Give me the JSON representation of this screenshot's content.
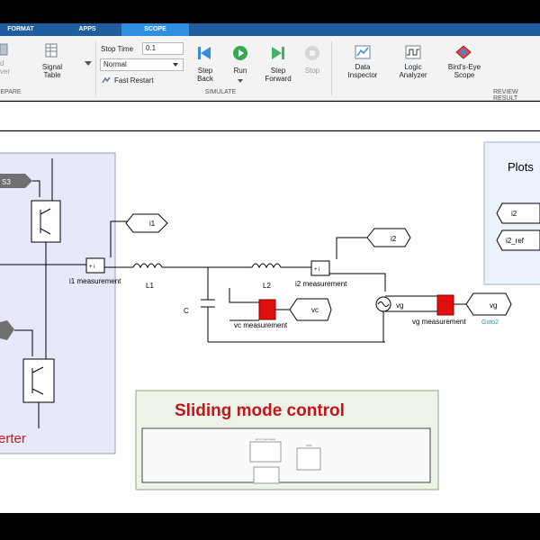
{
  "tabs": [
    "FORMAT",
    "APPS",
    "SCOPE"
  ],
  "ribbon": {
    "partial_left_label": "d\nver",
    "signal_table": "Signal\nTable",
    "stop_time_label": "Stop Time",
    "stop_time_value": "0.1",
    "sim_mode": "Normal",
    "fast_restart": "Fast Restart",
    "step_back": "Step\nBack",
    "run": "Run",
    "step_forward": "Step\nForward",
    "stop": "Stop",
    "data_inspector": "Data\nInspector",
    "logic_analyzer": "Logic\nAnalyzer",
    "birds_eye": "Bird's-Eye\nScope",
    "section_prepare": "EPARE",
    "section_simulate": "SIMULATE",
    "section_review": "REVIEW RESULT"
  },
  "diagram": {
    "goto_s3": "S3",
    "i1_tag": "i1",
    "i1_measurement": "i1 measurement",
    "l1": "L1",
    "l2": "L2",
    "i2_tag": "i2",
    "i2_measurement": "i2 measurement",
    "cap_label": "C",
    "vc_tag": "vc",
    "vc_measurement": "vc measurement",
    "vg_label": "vg",
    "vg_tag": "vg",
    "vg_measurement": "vg measurement",
    "goto2": "Goto2",
    "plots_title": "Plots",
    "plot_i2": "i2",
    "plot_i2_ref": "i2_ref",
    "inverter_fragment": "erter",
    "smc_title": "Sliding mode control",
    "smc_inner_1": "Error Generation",
    "smc_inner_2": "SMC"
  },
  "colors": {
    "tab_bar": "#1f5d9e",
    "tab_active": "#2e8fe0",
    "inverter_fill": "#e8e8fb",
    "plots_fill": "#eaf2fb",
    "smc_fill": "#eef3e8",
    "smc_title": "#c0171c",
    "measurement_red": "#e01010",
    "goto_blue": "#1f8fd6"
  }
}
